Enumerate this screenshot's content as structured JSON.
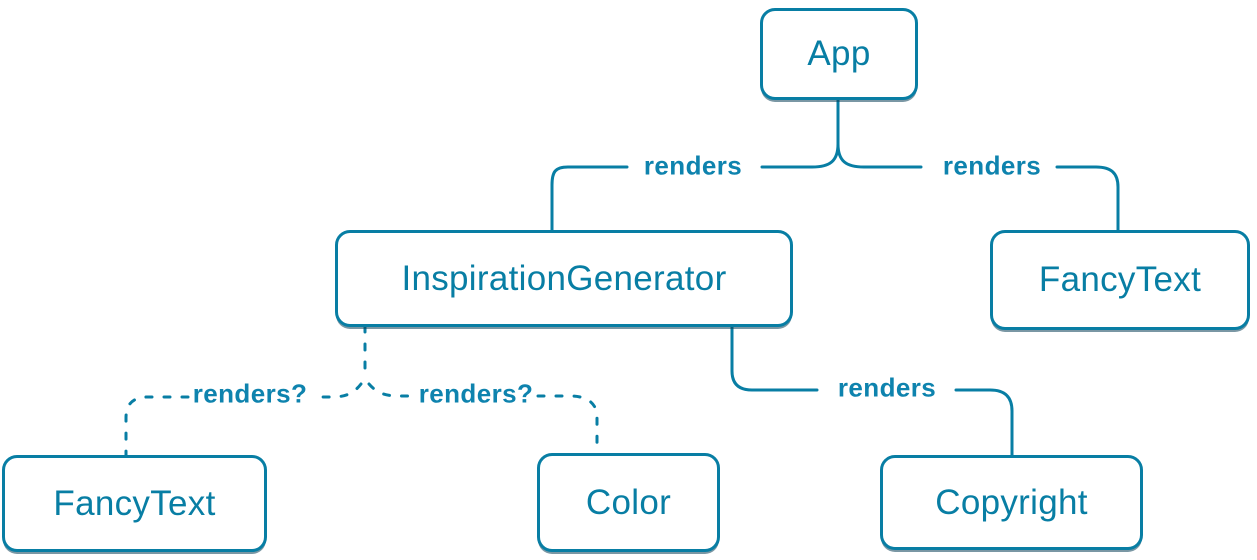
{
  "diagram": {
    "type": "component-render-tree",
    "background_color": "#ffffff",
    "accent_color": "#087ea4",
    "edge_label_color": "#0e83ae",
    "node_fill": "#ffffff"
  },
  "nodes": [
    {
      "id": "app",
      "label": "App"
    },
    {
      "id": "inspiration-generator",
      "label": "InspirationGenerator"
    },
    {
      "id": "fancy-text-top",
      "label": "FancyText"
    },
    {
      "id": "fancy-text-bottom",
      "label": "FancyText"
    },
    {
      "id": "color",
      "label": "Color"
    },
    {
      "id": "copyright",
      "label": "Copyright"
    }
  ],
  "edges": [
    {
      "from": "App",
      "to": "InspirationGenerator",
      "label": "renders",
      "style": "solid"
    },
    {
      "from": "App",
      "to": "FancyText",
      "label": "renders",
      "style": "solid"
    },
    {
      "from": "InspirationGenerator",
      "to": "FancyText",
      "label": "renders?",
      "style": "dashed"
    },
    {
      "from": "InspirationGenerator",
      "to": "Color",
      "label": "renders?",
      "style": "dashed"
    },
    {
      "from": "InspirationGenerator",
      "to": "Copyright",
      "label": "renders",
      "style": "solid"
    }
  ]
}
